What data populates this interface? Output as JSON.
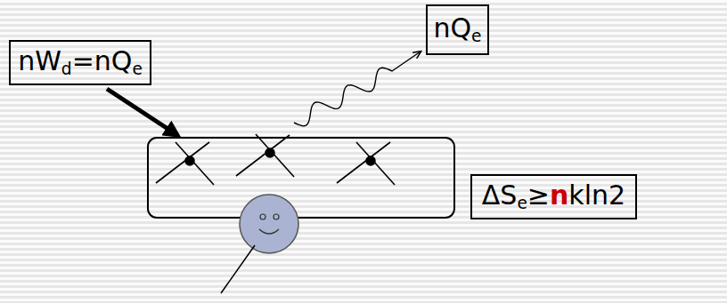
{
  "diagram": {
    "nodes": [
      {
        "text": [
          "nWd=nQe"
        ]
      },
      {
        "text": [
          "nQe"
        ]
      },
      {
        "text": [
          "ΔSe≥nkln2"
        ]
      }
    ]
  }
}
